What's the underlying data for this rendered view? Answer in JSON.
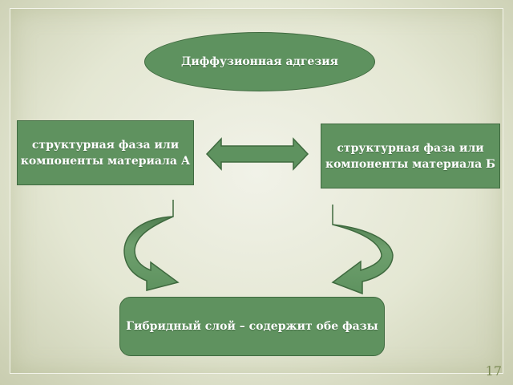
{
  "slide": {
    "title": "Диффузионная адгезия",
    "box_a": "структурная фаза или компоненты материала А",
    "box_b": "структурная фаза или компоненты материала Б",
    "hybrid": "Гибридный слой – содержит обе фазы",
    "page_number": "17"
  },
  "colors": {
    "box_fill": "#5f925f",
    "box_border": "#3f6a3f",
    "arrow_fill": "#5e925f",
    "background": "#e4e7d3"
  }
}
